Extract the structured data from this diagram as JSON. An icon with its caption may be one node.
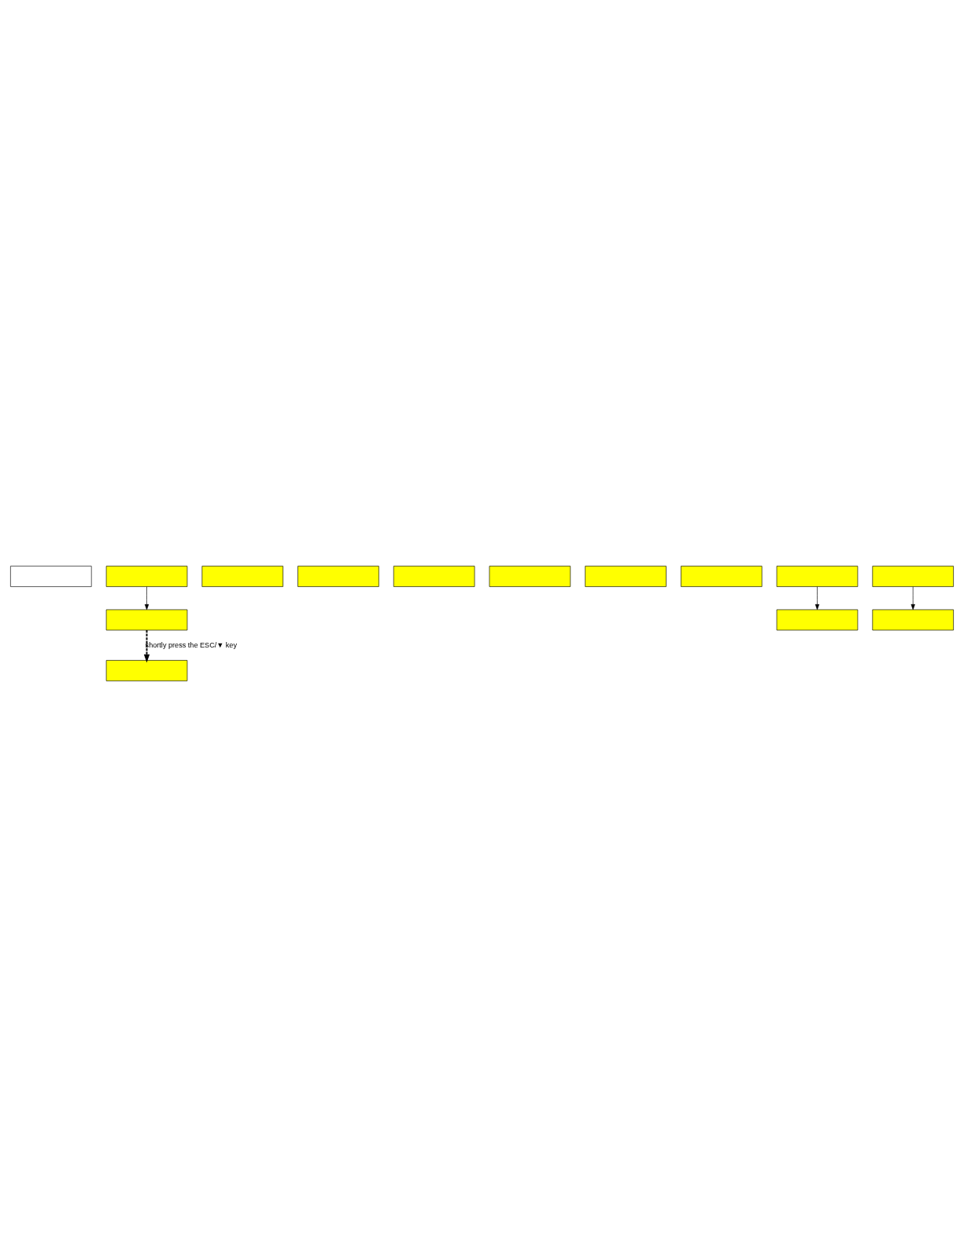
{
  "diagram": {
    "nodes": [
      {
        "text": [],
        "shape": "box"
      },
      {
        "text": [],
        "shape": "box"
      },
      {
        "text": [],
        "shape": "box"
      },
      {
        "text": [],
        "shape": "box"
      },
      {
        "text": [],
        "shape": "box"
      },
      {
        "text": [],
        "shape": "box"
      },
      {
        "text": [],
        "shape": "box"
      },
      {
        "text": [],
        "shape": "box"
      },
      {
        "text": [],
        "shape": "box"
      },
      {
        "text": [],
        "shape": "box"
      },
      {
        "text": [],
        "shape": "box"
      },
      {
        "text": [],
        "shape": "box"
      },
      {
        "text": [],
        "shape": "box"
      },
      {
        "text": [],
        "shape": "box"
      }
    ],
    "edges": [
      {
        "from": 1,
        "to": 2,
        "arrow": "to"
      },
      {
        "from": 2,
        "to": 7,
        "arrow": "to",
        "label": "shortly press the ESC/▼ key",
        "style": "dashed"
      },
      {
        "from": 10,
        "to": 12,
        "arrow": "to"
      },
      {
        "from": 13,
        "to": 11,
        "arrow": "to"
      }
    ]
  }
}
